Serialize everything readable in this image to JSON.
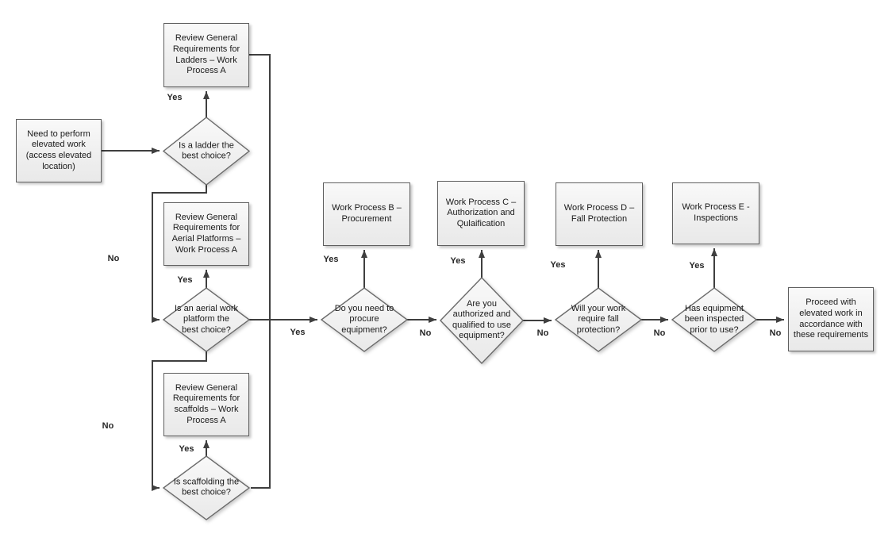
{
  "diagram": {
    "boxes": {
      "start": {
        "label": "Need to perform\nelevated work\n(access elevated\nlocation)"
      },
      "review_ladders": {
        "label": "Review General\nRequirements for\nLadders – Work\nProcess A"
      },
      "review_aerial": {
        "label": "Review General\nRequirements for\nAerial Platforms –\nWork Process A"
      },
      "review_scaffolds": {
        "label": "Review General\nRequirements for\nscaffolds – Work\nProcess A"
      },
      "wp_b": {
        "label": "Work Process B –\nProcurement"
      },
      "wp_c": {
        "label": "Work Process C –\nAuthorization and\nQulaification"
      },
      "wp_d": {
        "label": "Work Process D –\nFall Protection"
      },
      "wp_e": {
        "label": "Work Process E -\nInspections"
      },
      "proceed": {
        "label": "Proceed with\nelevated work in\naccordance with\nthese requirements"
      }
    },
    "decisions": {
      "ladder": {
        "label": "Is a ladder the\nbest choice?"
      },
      "aerial": {
        "label": "Is an aerial work\nplatform the\nbest choice?"
      },
      "scaffolding": {
        "label": "Is scaffolding the\nbest choice?"
      },
      "procure": {
        "label": "Do you need to\nprocure\nequipment?"
      },
      "authorized": {
        "label": "Are you\nauthorized and\nqualified to use\nequipment?"
      },
      "fall": {
        "label": "Will your work\nrequire fall\nprotection?"
      },
      "inspected": {
        "label": "Has equipment\nbeen inspected\nprior to use?"
      }
    },
    "edge_labels": {
      "yes_ladder": "Yes",
      "no_ladder": "No",
      "yes_aerial": "Yes",
      "no_aerial": "No",
      "yes_scaffolding": "Yes",
      "yes_main": "Yes",
      "yes_procure": "Yes",
      "no_procure": "No",
      "yes_authorized": "Yes",
      "no_authorized": "No",
      "yes_fall": "Yes",
      "no_fall": "No",
      "yes_inspected": "Yes",
      "no_inspected": "No"
    },
    "colors": {
      "background": "#ffffff",
      "connector": "#3f3f3f",
      "shape_border": "#5f5f5f",
      "shape_fill": "#f2f2f2",
      "text": "#1a1a1a"
    }
  }
}
